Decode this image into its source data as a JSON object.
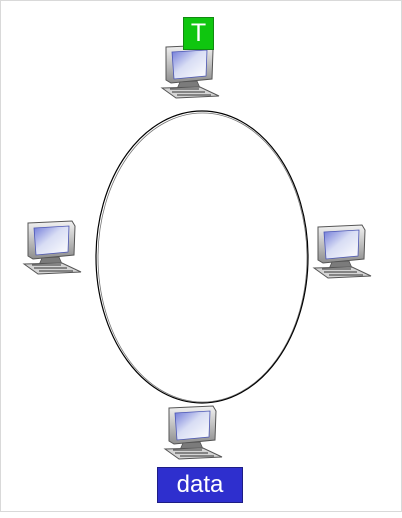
{
  "labels": {
    "token": "T",
    "data": "data"
  },
  "icons": {
    "computer": "desktop-computer-icon"
  },
  "colors": {
    "token_fill": "#0fc60f",
    "data_fill": "#2e2fce",
    "ring_stroke": "#000000"
  },
  "nodes": [
    {
      "name": "top",
      "icon": "desktop-computer-icon"
    },
    {
      "name": "left",
      "icon": "desktop-computer-icon"
    },
    {
      "name": "right",
      "icon": "desktop-computer-icon"
    },
    {
      "name": "bottom",
      "icon": "desktop-computer-icon"
    }
  ]
}
